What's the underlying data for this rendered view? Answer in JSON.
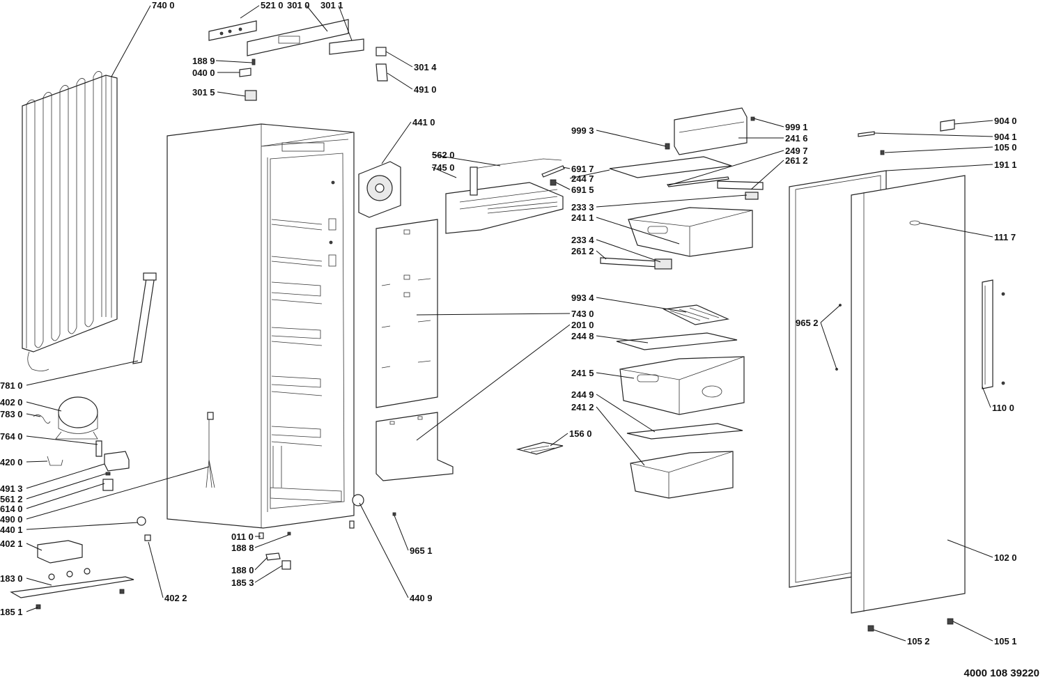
{
  "document_number": "4000 108 39220",
  "parts": [
    {
      "id": "p7400",
      "label": "740 0"
    },
    {
      "id": "p5210",
      "label": "521 0"
    },
    {
      "id": "p3010",
      "label": "301 0"
    },
    {
      "id": "p3011",
      "label": "301 1"
    },
    {
      "id": "p1889",
      "label": "188 9"
    },
    {
      "id": "p0400",
      "label": "040 0"
    },
    {
      "id": "p3015",
      "label": "301 5"
    },
    {
      "id": "p3014",
      "label": "301 4"
    },
    {
      "id": "p4910",
      "label": "491 0"
    },
    {
      "id": "p4410",
      "label": "441 0"
    },
    {
      "id": "p5620",
      "label": "562 0"
    },
    {
      "id": "p7450",
      "label": "745 0"
    },
    {
      "id": "p6917",
      "label": "691 7"
    },
    {
      "id": "p2447",
      "label": "244 7"
    },
    {
      "id": "p6915",
      "label": "691 5"
    },
    {
      "id": "p9993",
      "label": "999 3"
    },
    {
      "id": "p9991",
      "label": "999 1"
    },
    {
      "id": "p2416",
      "label": "241 6"
    },
    {
      "id": "p2497",
      "label": "249 7"
    },
    {
      "id": "p2612a",
      "label": "261 2"
    },
    {
      "id": "p9040",
      "label": "904 0"
    },
    {
      "id": "p9041",
      "label": "904 1"
    },
    {
      "id": "p1050",
      "label": "105 0"
    },
    {
      "id": "p1911",
      "label": "191 1"
    },
    {
      "id": "p2333",
      "label": "233 3"
    },
    {
      "id": "p2411",
      "label": "241 1"
    },
    {
      "id": "p1117",
      "label": "111 7"
    },
    {
      "id": "p2334",
      "label": "233 4"
    },
    {
      "id": "p2612b",
      "label": "261 2"
    },
    {
      "id": "p9934",
      "label": "993 4"
    },
    {
      "id": "p7430",
      "label": "743 0"
    },
    {
      "id": "p2010",
      "label": "201 0"
    },
    {
      "id": "p2448",
      "label": "244 8"
    },
    {
      "id": "p9652",
      "label": "965 2"
    },
    {
      "id": "p2415",
      "label": "241 5"
    },
    {
      "id": "p2449",
      "label": "244 9"
    },
    {
      "id": "p2412",
      "label": "241 2"
    },
    {
      "id": "p1100",
      "label": "110 0"
    },
    {
      "id": "p1560",
      "label": "156 0"
    },
    {
      "id": "p7810",
      "label": "781 0"
    },
    {
      "id": "p4020",
      "label": "402 0"
    },
    {
      "id": "p7830",
      "label": "783 0"
    },
    {
      "id": "p7640",
      "label": "764 0"
    },
    {
      "id": "p4200",
      "label": "420 0"
    },
    {
      "id": "p4913",
      "label": "491 3"
    },
    {
      "id": "p5612",
      "label": "561 2"
    },
    {
      "id": "p6140",
      "label": "614 0"
    },
    {
      "id": "p4900",
      "label": "490 0"
    },
    {
      "id": "p4401",
      "label": "440 1"
    },
    {
      "id": "p4021",
      "label": "402 1"
    },
    {
      "id": "p1830",
      "label": "183 0"
    },
    {
      "id": "p1851",
      "label": "185 1"
    },
    {
      "id": "p4022",
      "label": "402 2"
    },
    {
      "id": "p0110",
      "label": "011 0"
    },
    {
      "id": "p1888",
      "label": "188 8"
    },
    {
      "id": "p1880",
      "label": "188 0"
    },
    {
      "id": "p1853",
      "label": "185 3"
    },
    {
      "id": "p4409",
      "label": "440 9"
    },
    {
      "id": "p9651",
      "label": "965 1"
    },
    {
      "id": "p1020",
      "label": "102 0"
    },
    {
      "id": "p1052",
      "label": "105 2"
    },
    {
      "id": "p1051",
      "label": "105 1"
    }
  ]
}
